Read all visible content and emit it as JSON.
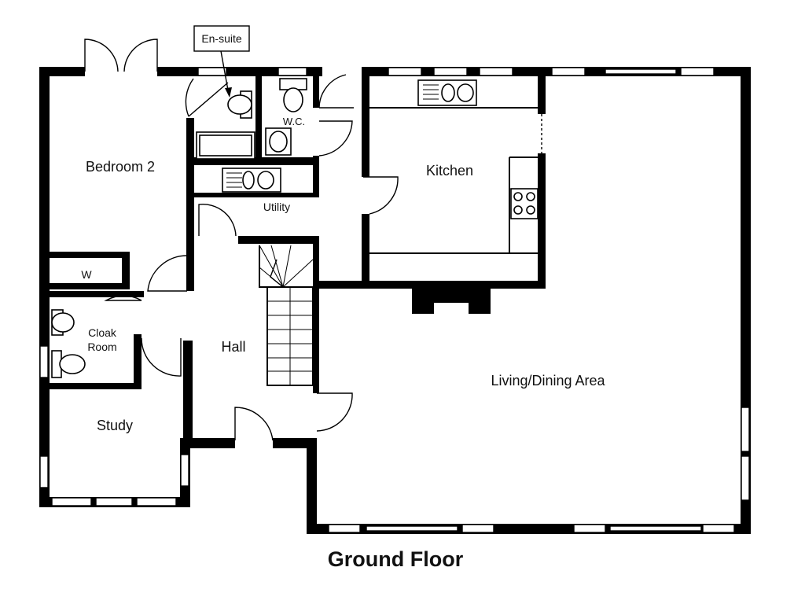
{
  "floor_title": "Ground Floor",
  "callouts": {
    "en_suite": "En-suite"
  },
  "rooms": {
    "bedroom_2": "Bedroom 2",
    "wc": "W.C.",
    "kitchen": "Kitchen",
    "utility": "Utility",
    "wardrobe": "W",
    "cloak_room_line1": "Cloak",
    "cloak_room_line2": "Room",
    "hall": "Hall",
    "living_dining": "Living/Dining Area",
    "study": "Study"
  }
}
